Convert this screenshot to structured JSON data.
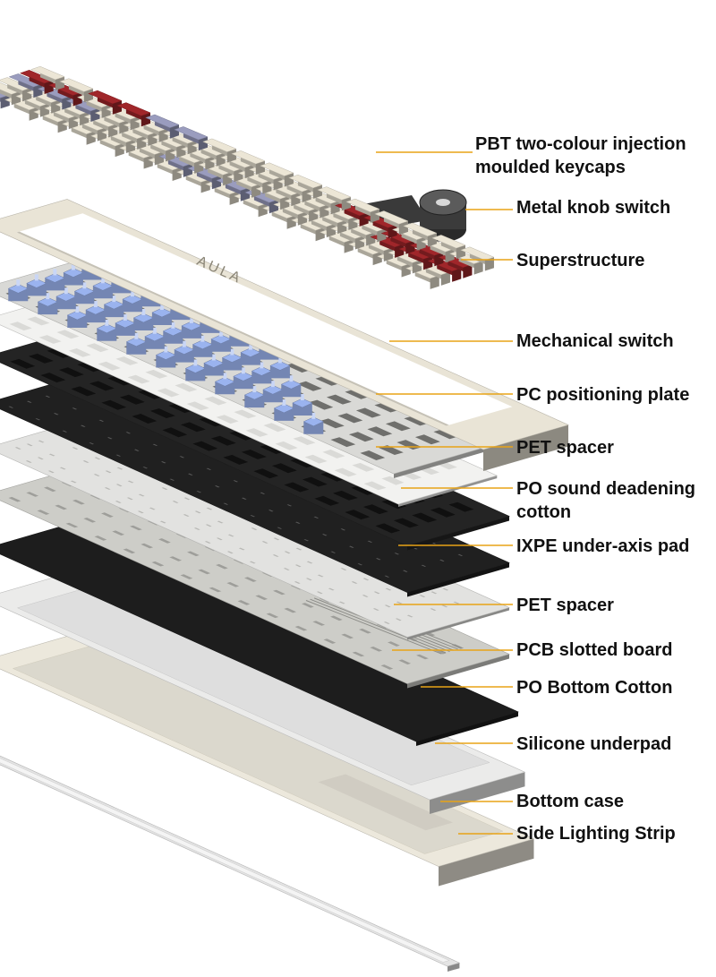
{
  "diagram": {
    "brand_logo": "AULA",
    "leader_color": "#e8a317",
    "colors": {
      "keycap_cream": "#ece6d6",
      "keycap_red": "#a0262a",
      "keycap_lavender": "#9a9cbe",
      "switch_blue": "#9ab3ef",
      "frame_cream": "#e9e4d6",
      "plate_gray": "#d9d9d6",
      "black_layer": "#1d1d1d",
      "pcb_gray": "#cdcdc8",
      "case_cream": "#ece8dc"
    },
    "callouts": [
      {
        "id": "keycaps",
        "lines": [
          "PBT two-colour injection",
          "moulded keycaps"
        ]
      },
      {
        "id": "knob",
        "lines": [
          "Metal knob switch"
        ]
      },
      {
        "id": "superstructure",
        "lines": [
          "Superstructure"
        ]
      },
      {
        "id": "switch",
        "lines": [
          "Mechanical switch"
        ]
      },
      {
        "id": "pc-plate",
        "lines": [
          "PC positioning plate"
        ]
      },
      {
        "id": "pet-spacer-top",
        "lines": [
          "PET spacer"
        ]
      },
      {
        "id": "po-sound-cotton",
        "lines": [
          "PO sound deadening",
          "cotton"
        ]
      },
      {
        "id": "ixpe-pad",
        "lines": [
          "IXPE under-axis pad"
        ]
      },
      {
        "id": "pet-spacer-bottom",
        "lines": [
          "PET spacer"
        ]
      },
      {
        "id": "pcb-board",
        "lines": [
          "PCB slotted board"
        ]
      },
      {
        "id": "po-bottom-cotton",
        "lines": [
          "PO Bottom Cotton"
        ]
      },
      {
        "id": "silicone-pad",
        "lines": [
          "Silicone underpad"
        ]
      },
      {
        "id": "bottom-case",
        "lines": [
          "Bottom case"
        ]
      },
      {
        "id": "lighting-strip",
        "lines": [
          "Side Lighting Strip"
        ]
      }
    ]
  }
}
